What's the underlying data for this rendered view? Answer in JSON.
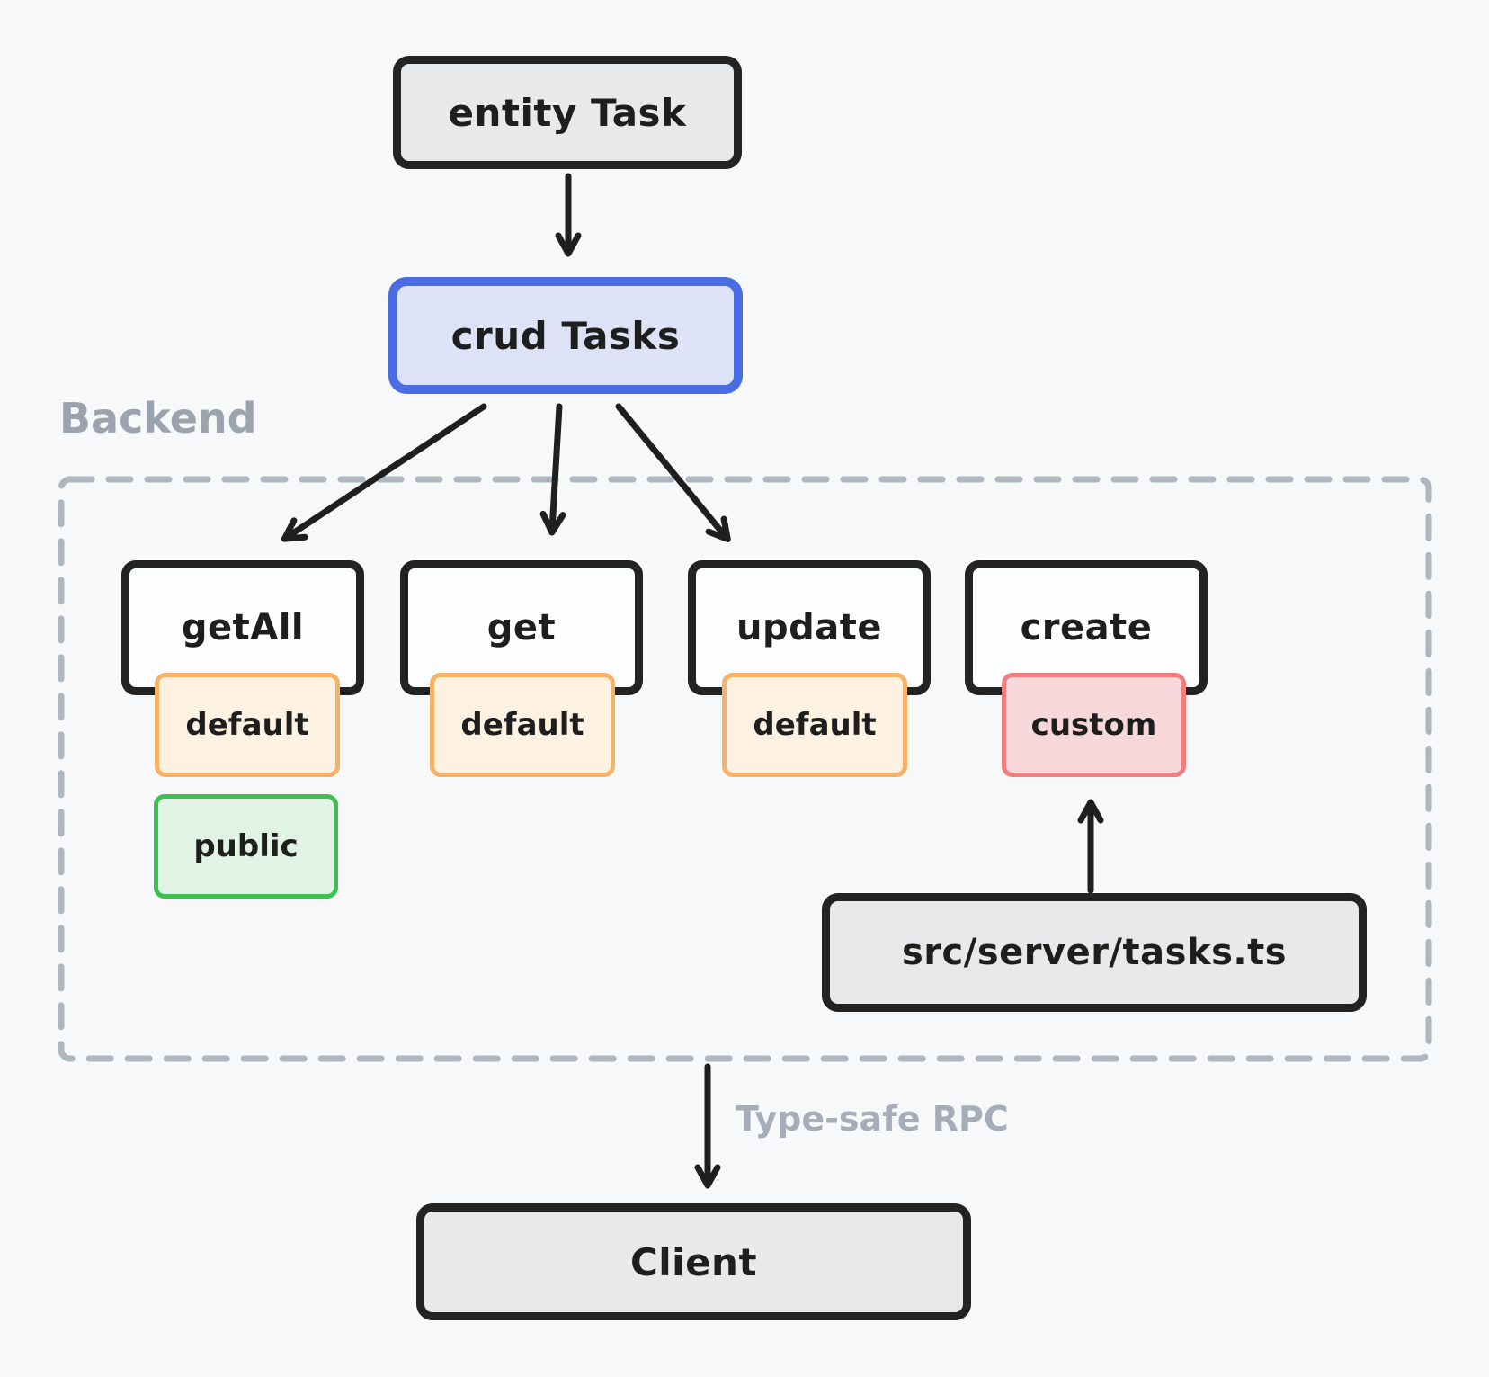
{
  "diagram": {
    "entity_node": {
      "label": "entity Task"
    },
    "crud_node": {
      "label": "crud Tasks"
    },
    "backend_group": {
      "label": "Backend"
    },
    "operations": [
      {
        "label": "getAll",
        "badges": [
          {
            "type": "default",
            "label": "default"
          },
          {
            "type": "public",
            "label": "public"
          }
        ]
      },
      {
        "label": "get",
        "badges": [
          {
            "type": "default",
            "label": "default"
          }
        ]
      },
      {
        "label": "update",
        "badges": [
          {
            "type": "default",
            "label": "default"
          }
        ]
      },
      {
        "label": "create",
        "badges": [
          {
            "type": "custom",
            "label": "custom"
          }
        ]
      }
    ],
    "server_file_node": {
      "label": "src/server/tasks.ts"
    },
    "rpc_label": "Type-safe RPC",
    "client_node": {
      "label": "Client"
    },
    "colors": {
      "background": "#f7f8fa",
      "node_border_dark": "#232323",
      "node_fill_gray": "#e8e9ea",
      "node_fill_white": "#fcfdff",
      "crud_border_blue": "#4a6de4",
      "crud_fill_lavender": "#dee2f7",
      "default_badge_border": "#f7b267",
      "default_badge_fill": "#fdf2e2",
      "custom_badge_border": "#f17e7e",
      "custom_badge_fill": "#f8d7da",
      "public_badge_border": "#3dbf52",
      "public_badge_fill": "#e1f3e5",
      "muted_text_gray": "#9aa3ae",
      "dashed_outline_gray": "#aeb6bf",
      "arrow_dark": "#1f1f1f"
    }
  }
}
